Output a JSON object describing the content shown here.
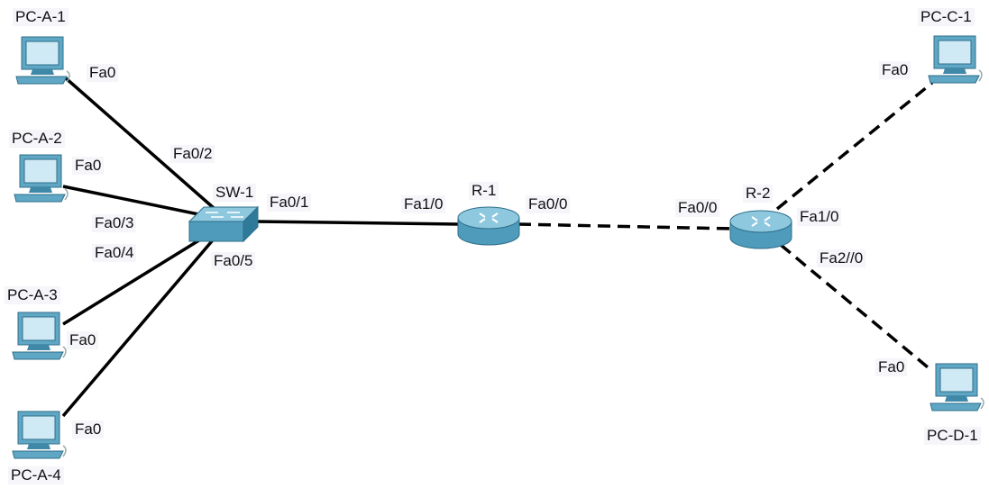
{
  "devices": {
    "pc_a1": "PC-A-1",
    "pc_a2": "PC-A-2",
    "pc_a3": "PC-A-3",
    "pc_a4": "PC-A-4",
    "sw1": "SW-1",
    "r1": "R-1",
    "r2": "R-2",
    "pc_c1": "PC-C-1",
    "pc_d1": "PC-D-1"
  },
  "ports": {
    "pc_a1_fa0": "Fa0",
    "pc_a2_fa0": "Fa0",
    "pc_a3_fa0": "Fa0",
    "pc_a4_fa0": "Fa0",
    "sw1_fa0_2": "Fa0/2",
    "sw1_fa0_3": "Fa0/3",
    "sw1_fa0_4": "Fa0/4",
    "sw1_fa0_5": "Fa0/5",
    "sw1_fa0_1": "Fa0/1",
    "r1_fa1_0": "Fa1/0",
    "r1_fa0_0": "Fa0/0",
    "r2_fa0_0": "Fa0/0",
    "r2_fa1_0": "Fa1/0",
    "r2_fa2_0": "Fa2//0",
    "pc_c1_fa0": "Fa0",
    "pc_d1_fa0": "Fa0"
  },
  "links": [
    {
      "from": "PC-A-1",
      "to": "SW-1",
      "style": "solid"
    },
    {
      "from": "PC-A-2",
      "to": "SW-1",
      "style": "solid"
    },
    {
      "from": "PC-A-3",
      "to": "SW-1",
      "style": "solid"
    },
    {
      "from": "PC-A-4",
      "to": "SW-1",
      "style": "solid"
    },
    {
      "from": "SW-1",
      "to": "R-1",
      "style": "solid"
    },
    {
      "from": "R-1",
      "to": "R-2",
      "style": "dashed"
    },
    {
      "from": "R-2",
      "to": "PC-C-1",
      "style": "dashed"
    },
    {
      "from": "R-2",
      "to": "PC-D-1",
      "style": "dashed"
    }
  ],
  "colors": {
    "link": "#000000",
    "device_fill": "#5fa7c4",
    "device_dark": "#2f6f8a",
    "screen": "#cfe9f5",
    "label_bg": "#f5f5fa"
  },
  "icons": {
    "pc": "pc-icon",
    "switch": "switch-icon",
    "router": "router-icon"
  }
}
